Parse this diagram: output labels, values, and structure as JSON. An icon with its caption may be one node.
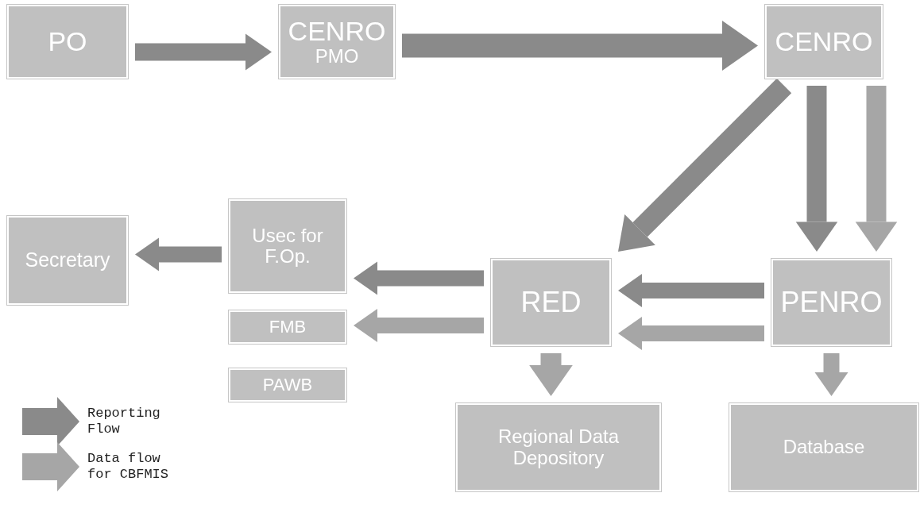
{
  "diagram": {
    "nodes": [
      {
        "text": [
          "PO"
        ]
      },
      {
        "text": [
          "CENRO",
          "PMO"
        ]
      },
      {
        "text": [
          "CENRO"
        ]
      },
      {
        "text": [
          "Usec for F.Op."
        ]
      },
      {
        "text": [
          "Secretary"
        ]
      },
      {
        "text": [
          "FMB"
        ]
      },
      {
        "text": [
          "PAWB"
        ]
      },
      {
        "text": [
          "RED"
        ]
      },
      {
        "text": [
          "PENRO"
        ]
      },
      {
        "text": [
          "Regional Data Depository"
        ]
      },
      {
        "text": [
          "Database"
        ]
      }
    ],
    "edges": [
      {
        "from": 0,
        "to": 1,
        "arrow": "to"
      },
      {
        "from": 1,
        "to": 2,
        "arrow": "to"
      },
      {
        "from": 2,
        "to": 7,
        "arrow": "to"
      },
      {
        "from": 2,
        "to": 8,
        "arrow": "to"
      },
      {
        "from": 2,
        "to": 8,
        "arrow": "to",
        "color": "#a6a6a6"
      },
      {
        "from": 8,
        "to": 7,
        "arrow": "to"
      },
      {
        "from": 8,
        "to": 7,
        "arrow": "to",
        "color": "#a6a6a6"
      },
      {
        "from": 7,
        "to": 3,
        "arrow": "to"
      },
      {
        "from": 7,
        "to": 5,
        "arrow": "to",
        "color": "#a6a6a6"
      },
      {
        "from": 3,
        "to": 4,
        "arrow": "to"
      },
      {
        "from": 7,
        "to": 9,
        "arrow": "to",
        "color": "#a6a6a6"
      },
      {
        "from": 8,
        "to": 10,
        "arrow": "to",
        "color": "#a6a6a6"
      }
    ],
    "legend": [
      {
        "text": "Reporting Flow"
      },
      {
        "text": "Data flow for CBFMIS"
      }
    ]
  }
}
